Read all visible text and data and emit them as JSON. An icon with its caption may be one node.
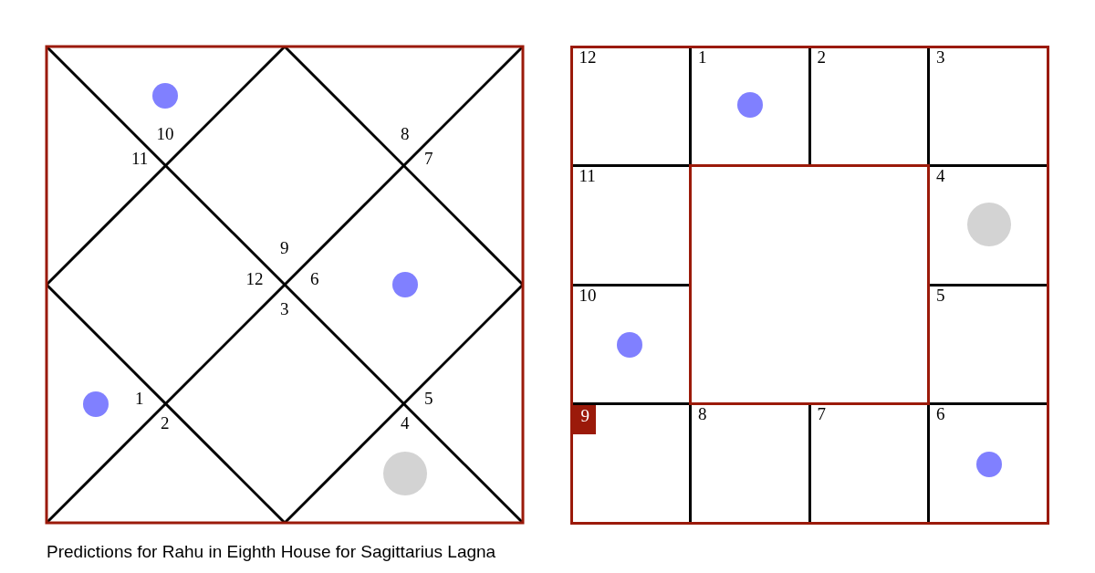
{
  "diagram": {
    "caption": "Predictions for Rahu in Eighth House for Sagittarius Lagna",
    "nodes": [
      {
        "text": [
          "12"
        ]
      },
      {
        "text": [
          "1"
        ]
      },
      {
        "text": [
          "2"
        ]
      },
      {
        "text": [
          "3"
        ]
      },
      {
        "text": [
          "11"
        ]
      },
      {
        "text": [],
        "shape": "box"
      },
      {
        "text": [
          "4"
        ]
      },
      {
        "text": [
          "10"
        ]
      },
      {
        "text": [
          "5"
        ]
      },
      {
        "text": [
          "9"
        ]
      },
      {
        "text": [
          "8"
        ]
      },
      {
        "text": [
          "7"
        ]
      },
      {
        "text": [
          "6"
        ]
      }
    ],
    "labels": [
      "10",
      "8",
      "11",
      "7",
      "9",
      "12",
      "6",
      "3",
      "1",
      "5",
      "2",
      "4"
    ]
  }
}
